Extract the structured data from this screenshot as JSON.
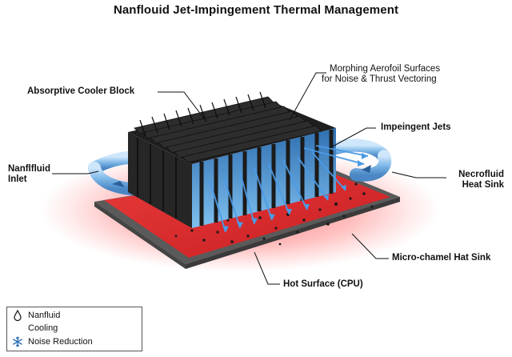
{
  "title": "Nanflouid Jet-Impingement Thermal Management",
  "labels": {
    "cooler_block": "Absorptive Cooler Block",
    "aerofoil_line1": "Morphing Aerofoil Surfaces",
    "aerofoil_line2": "for Noise & Thrust Vectoring",
    "jets": "Impeingent Jets",
    "inlet_line1": "Nanflfluid",
    "inlet_line2": "Inlet",
    "heat_sink_line1": "Necrofluid",
    "heat_sink_line2": "Heat Sink",
    "micro_channel": "Micro-chamel Hat Sink",
    "hot_surface": "Hot Surface (CPU)"
  },
  "legend": {
    "items": [
      {
        "icon": "droplet-icon",
        "label": "Nanfluid"
      },
      {
        "icon": "none",
        "label": "Cooling"
      },
      {
        "icon": "snowflake-icon",
        "label": "Noise Reduction"
      }
    ]
  },
  "colors": {
    "hot_surface": "#e0262b",
    "glow": "#ff3b3b",
    "fins": "#2b2b2b",
    "fluid": "#3f8fd8",
    "pipe": "#8cc3ee",
    "base_plate": "#555555"
  }
}
